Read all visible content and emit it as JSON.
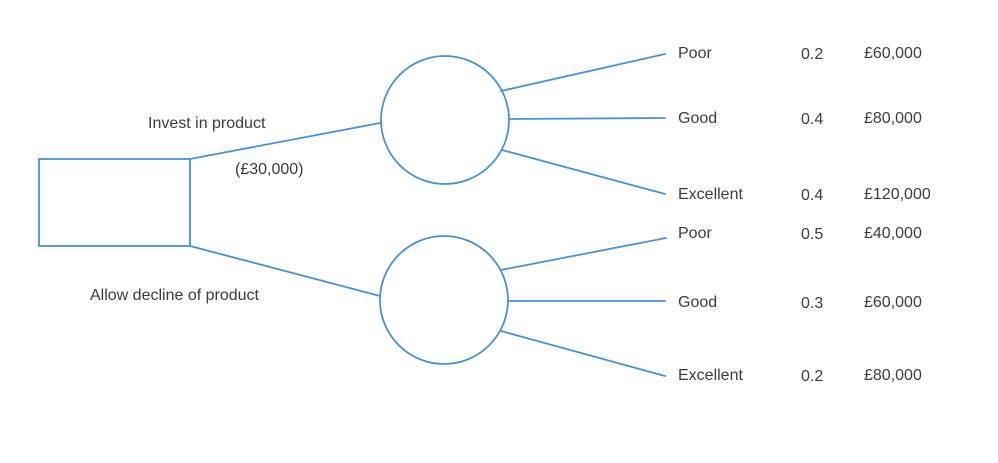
{
  "diagram": {
    "type": "decision-tree",
    "colors": {
      "line": "#4793d9",
      "text": "#3c3c3c",
      "background": "#ffffff"
    },
    "decision_node": {
      "shape": "square"
    },
    "branches": [
      {
        "label": "Invest in product",
        "note": "(£30,000)",
        "chance_node": "circle",
        "outcomes": [
          {
            "state": "Poor",
            "probability": "0.2",
            "payoff": "£60,000"
          },
          {
            "state": "Good",
            "probability": "0.4",
            "payoff": "£80,000"
          },
          {
            "state": "Excellent",
            "probability": "0.4",
            "payoff": "£120,000"
          }
        ]
      },
      {
        "label": "Allow decline of product",
        "note": "",
        "chance_node": "circle",
        "outcomes": [
          {
            "state": "Poor",
            "probability": "0.5",
            "payoff": "£40,000"
          },
          {
            "state": "Good",
            "probability": "0.3",
            "payoff": "£60,000"
          },
          {
            "state": "Excellent",
            "probability": "0.2",
            "payoff": "£80,000"
          }
        ]
      }
    ]
  }
}
